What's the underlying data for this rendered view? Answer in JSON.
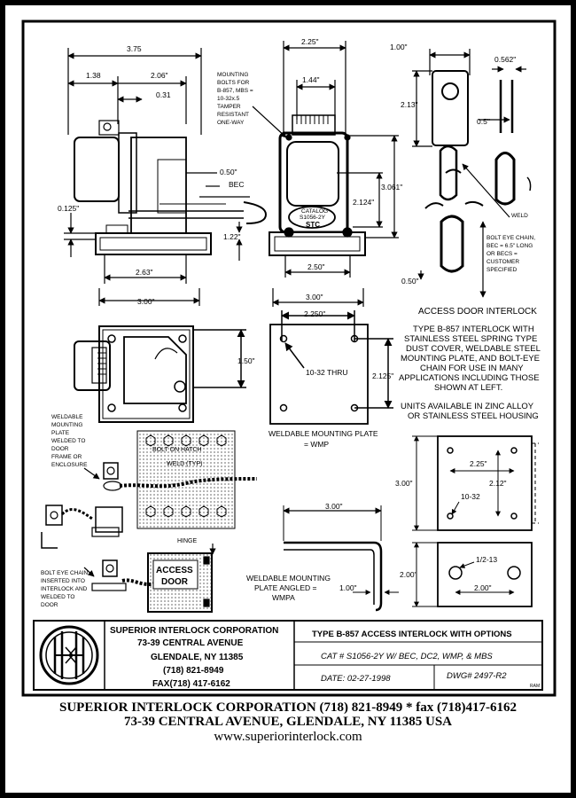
{
  "drawing": {
    "top_view": {
      "dims": {
        "overall": "3.75",
        "left": "1.38",
        "mid": "2.06\"",
        "small": "0.31",
        "half": "0.50\"",
        "bec": "BEC",
        "thick": "0.125\"",
        "rise": "1.22\"",
        "base": "2.63\"",
        "width": "3.00\""
      }
    },
    "front_view": {
      "dims": {
        "top": "2.25\"",
        "inner": "1.44\"",
        "height": "3.061\"",
        "inner_h": "2.124\"",
        "base": "2.50\"",
        "width": "3.00\""
      },
      "mount_note": [
        "MOUNTING",
        "BOLTS FOR",
        "B-857, MBS =",
        "10-32x.5",
        "TAMPER",
        "RESISTANT",
        "ONE-WAY"
      ],
      "catalog_label": [
        "CATALOG",
        "S1056-2Y"
      ],
      "logo": "STC"
    },
    "chain_view": {
      "dims": {
        "w": "1.00\"",
        "slot": "0.562\"",
        "height": "2.13\"",
        "opening": "0.5\"",
        "bottom": "0.50\""
      },
      "weld": "WELD",
      "chain_note": [
        "BOLT EYE CHAIN,",
        "BEC = 6.5\" LONG",
        "OR BECS =",
        "CUSTOMER",
        "SPECIFIED"
      ]
    },
    "bottom_view": {
      "dims": {
        "height": "1.50\""
      }
    },
    "wmp": {
      "dims": {
        "width": "2.250\"",
        "height": "2.125\"",
        "thru": "10-32 THRU"
      },
      "caption": [
        "WELDABLE MOUNTING PLATE",
        "= WMP"
      ]
    },
    "access": {
      "heading": "ACCESS DOOR INTERLOCK",
      "desc": [
        "TYPE B-857 INTERLOCK WITH",
        "STAINLESS STEEL SPRING TYPE",
        "DUST COVER, WELDABLE STEEL",
        "MOUNTING PLATE, AND BOLT-EYE",
        "CHAIN FOR USE IN MANY",
        "APPLICATIONS INCLUDING THOSE",
        "SHOWN AT LEFT."
      ],
      "units": [
        "UNITS AVAILABLE IN ZINC ALLOY",
        "OR STAINLESS STEEL HOUSING"
      ]
    },
    "install": {
      "weldable": [
        "WELDABLE",
        "MOUNTING",
        "PLATE",
        "WELDED TO",
        "DOOR",
        "FRAME OR",
        "ENCLOSURE"
      ],
      "bolt_hatch": "BOLT ON HATCH",
      "weld_typ": "WELD (TYP)",
      "bolt_eye": [
        "BOLT EYE CHAIN",
        "INSERTED INTO",
        "INTERLOCK AND",
        "WELDED TO",
        "DOOR"
      ],
      "hinge": "HINGE",
      "access_door": [
        "ACCESS",
        "DOOR"
      ]
    },
    "wmpa": {
      "dims": {
        "width": "3.00\"",
        "depth": "1.00\""
      },
      "caption": [
        "WELDABLE MOUNTING",
        "PLATE ANGLED =",
        "WMPA"
      ]
    },
    "plate_right": {
      "dims": {
        "height": "3.00\"",
        "w": "2.25\"",
        "h": "2.12\"",
        "hole": "10-32",
        "h2": "2.00\"",
        "hole2": "1/2-13",
        "w2": "2.00\""
      }
    }
  },
  "title_block": {
    "company": "SUPERIOR INTERLOCK CORPORATION",
    "street": "73-39 CENTRAL AVENUE",
    "city": "GLENDALE, NY 11385",
    "phone": "(718) 821-8949",
    "fax": "FAX(718) 417-6162",
    "title": "TYPE B-857 ACCESS INTERLOCK WITH OPTIONS",
    "cat": "CAT # S1056-2Y W/ BEC, DC2, WMP, & MBS",
    "date": "DATE: 02-27-1998",
    "dwg": "DWG# 2497-R2",
    "initials": "RAM"
  },
  "footer": {
    "line1": "SUPERIOR INTERLOCK CORPORATION   (718) 821-8949 * fax (718)417-6162",
    "line2": "73-39 CENTRAL AVENUE, GLENDALE, NY 11385 USA",
    "line3": "www.superiorinterlock.com"
  },
  "colors": {
    "ink": "#000000",
    "paper": "#ffffff",
    "frame": "#000000"
  }
}
